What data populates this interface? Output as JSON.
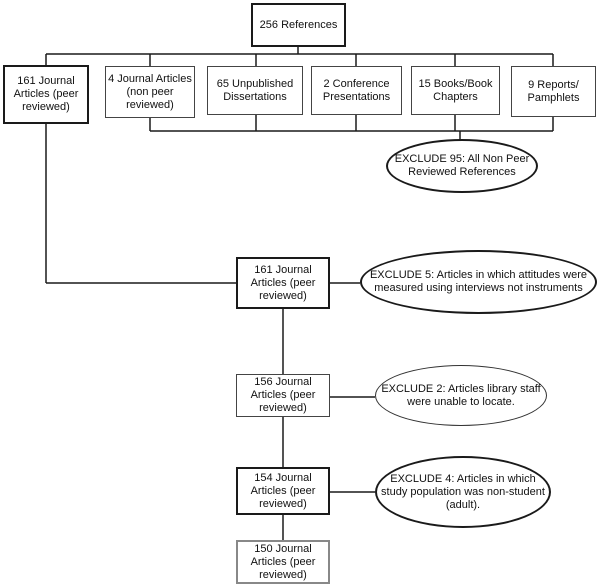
{
  "nodes": {
    "root": "256 References",
    "cat_peer": "161 Journal\nArticles (peer\nreviewed)",
    "cat_nonpeer": "4 Journal Articles\n(non peer\nreviewed)",
    "cat_dissertations": "65 Unpublished\nDissertations",
    "cat_conference": "2 Conference\nPresentations",
    "cat_books": "15 Books/Book\nChapters",
    "cat_reports": "9 Reports/\nPamphlets",
    "exclude_95": "EXCLUDE 95: All Non Peer\nReviewed References",
    "step_161": "161 Journal\nArticles (peer\nreviewed)",
    "exclude_5": "EXCLUDE 5: Articles in which attitudes were\nmeasured using interviews not instruments",
    "step_156": "156 Journal\nArticles (peer\nreviewed)",
    "exclude_2": "EXCLUDE 2: Articles library staff\nwere unable to locate.",
    "step_154": "154 Journal\nArticles (peer\nreviewed)",
    "exclude_4": "EXCLUDE 4: Articles in which\nstudy population was non-student\n(adult).",
    "step_150": "150 Journal\nArticles (peer\nreviewed)"
  }
}
